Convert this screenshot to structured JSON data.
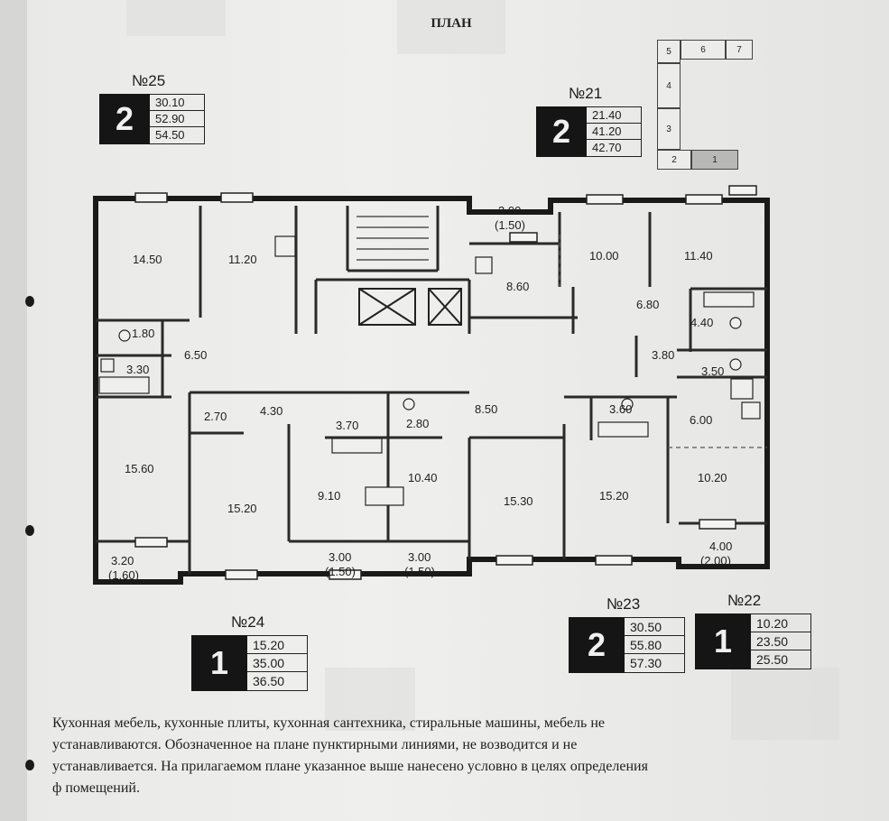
{
  "title": "ПЛАН",
  "apartments": [
    {
      "id": "apt-25",
      "number": "№25",
      "rooms": "2",
      "areas": [
        "30.10",
        "52.90",
        "54.50"
      ]
    },
    {
      "id": "apt-21",
      "number": "№21",
      "rooms": "2",
      "areas": [
        "21.40",
        "41.20",
        "42.70"
      ]
    },
    {
      "id": "apt-24",
      "number": "№24",
      "rooms": "1",
      "areas": [
        "15.20",
        "35.00",
        "36.50"
      ]
    },
    {
      "id": "apt-23",
      "number": "№23",
      "rooms": "2",
      "areas": [
        "30.50",
        "55.80",
        "57.30"
      ]
    },
    {
      "id": "apt-22",
      "number": "№22",
      "rooms": "1",
      "areas": [
        "10.20",
        "23.50",
        "25.50"
      ]
    }
  ],
  "key_map": {
    "cells": [
      "5",
      "6",
      "7",
      "4",
      "3",
      "2",
      "1"
    ],
    "highlighted": "1"
  },
  "rooms": [
    "14.50",
    "11.20",
    "1.80",
    "6.50",
    "3.30",
    "15.60",
    "2.70",
    "4.30",
    "3.70",
    "2.80",
    "15.20",
    "9.10",
    "10.40",
    "8.50",
    "15.30",
    "15.20",
    "3.60",
    "6.00",
    "10.20",
    "3.50",
    "3.80",
    "4.40",
    "6.80",
    "11.40",
    "10.00",
    "8.60",
    "3.20",
    "(1.60)",
    "3.00",
    "(1.50)",
    "3.00",
    "(1.50)",
    "4.00",
    "(2.00)",
    "3.00",
    "(1.50)"
  ],
  "footer": [
    "Кухонная мебель, кухонные плиты, кухонная сантехника, стиральные машины, мебель не",
    "устанавливаются.  Обозначенное  на  плане  пунктирными  линиями,  не  возводится  и  не",
    "устанавливается. На прилагаемом плане указанное выше нанесено условно в целях определения",
    "ф                                        помещений."
  ]
}
